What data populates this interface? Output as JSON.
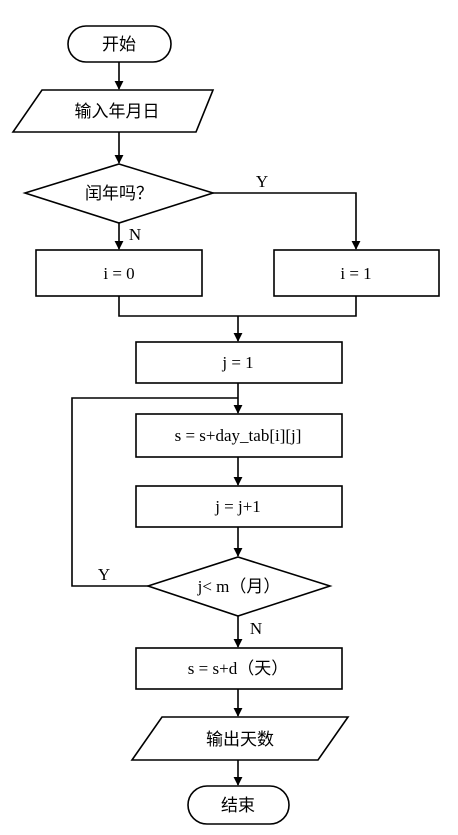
{
  "flowchart": {
    "start": "开始",
    "input": "输入年月日",
    "decision_leap": "闰年吗？",
    "yes": "Y",
    "no": "N",
    "set_i0": "i = 0",
    "set_i1": "i = 1",
    "init_j": "j = 1",
    "accumulate": "s = s+day_tab[i][j]",
    "increment_j": "j = j+1",
    "decision_loop": "j< m（月）",
    "add_day": "s = s+d（天）",
    "output": "输出天数",
    "end": "结束"
  }
}
